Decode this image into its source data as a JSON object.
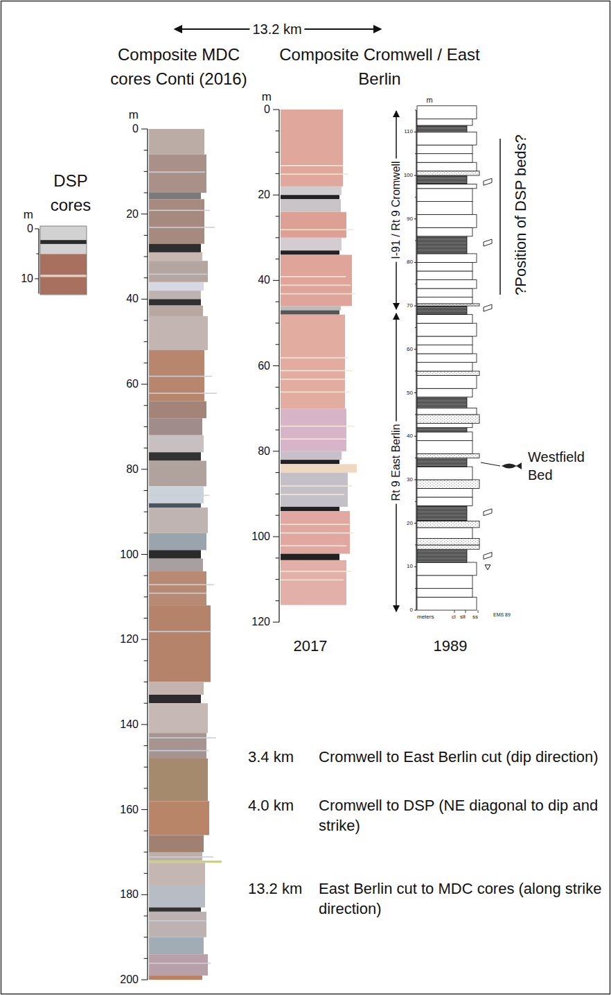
{
  "diagram": {
    "labels": [
      "13.2 km",
      "Composite MDC cores Conti (2016)",
      "Composite Cromwell / East Berlin",
      "DSP cores",
      "m",
      "0",
      "10",
      "m",
      "0",
      "20",
      "40",
      "60",
      "80",
      "100",
      "120",
      "140",
      "160",
      "180",
      "200",
      "m",
      "0",
      "20",
      "40",
      "60",
      "80",
      "100",
      "120",
      "m",
      "110",
      "100",
      "90",
      "80",
      "70",
      "60",
      "50",
      "40",
      "30",
      "20",
      "10",
      "0",
      "I-91 / Rt 9 Cromwell",
      "Rt 9 East Berlin",
      "?Position of DSP beds?",
      "Westfield Bed",
      "meters",
      "cl",
      "slt",
      "ss",
      "EMS 89",
      "2017",
      "1989",
      "3.4 km",
      "Cromwell to East Berlin cut (dip direction)",
      "4.0 km",
      "Cromwell to DSP (NE diagonal to dip and strike)",
      "13.2 km",
      "East Berlin cut to MDC cores (along strike direction)"
    ]
  }
}
